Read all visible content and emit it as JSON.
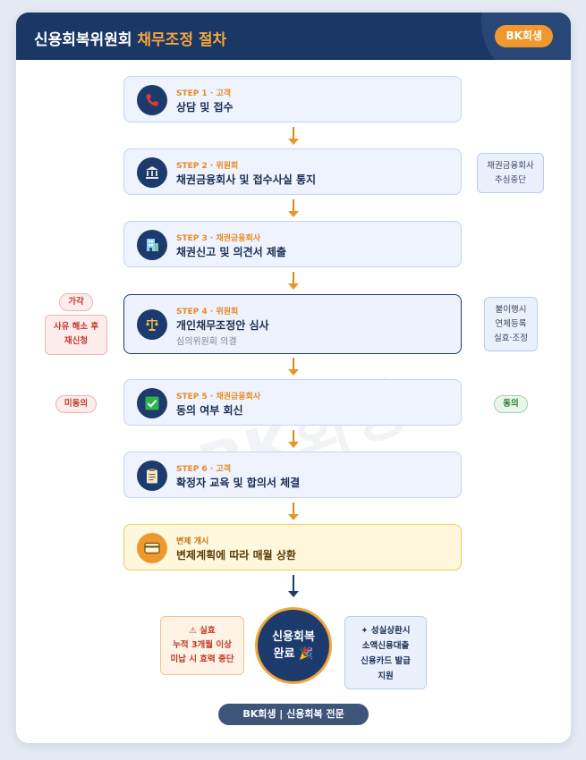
{
  "header": {
    "title_main": "신용회복위원회",
    "title_accent": "채무조정 절차",
    "badge": "BK회생"
  },
  "watermark": "BK회생",
  "steps": [
    {
      "label": "STEP 1 · 고객",
      "title": "상담 및 접수",
      "icon": "phone-icon"
    },
    {
      "label": "STEP 2 · 위원회",
      "title": "채권금융회사 및 접수사실 통지",
      "icon": "bank-icon"
    },
    {
      "label": "STEP 3 · 채권금융회사",
      "title": "채권신고 및 의견서 제출",
      "icon": "office-building-icon"
    },
    {
      "label": "STEP 4 · 위원회",
      "title": "개인채무조정안 심사",
      "subtitle": "심의위원회 의결",
      "icon": "scales-icon"
    },
    {
      "label": "STEP 5 · 채권금융회사",
      "title": "동의 여부 회신",
      "icon": "check-mark-icon"
    },
    {
      "label": "STEP 6 · 고객",
      "title": "확정자 교육 및 합의서 체결",
      "icon": "clipboard-icon"
    }
  ],
  "final_step": {
    "label": "변제 개시",
    "title": "변제계획에 따라 매월 상환",
    "icon": "credit-card-icon"
  },
  "side_notes": {
    "step2_right": [
      "채권금융회사",
      "추심중단"
    ],
    "step4_right": [
      "불이행시",
      "연체등록",
      "실효·조정"
    ],
    "step4_left_pill": "가각",
    "step4_left_box": [
      "사유 해소 후",
      "재신청"
    ],
    "step5_left": "미동의",
    "step5_right": "동의"
  },
  "bottom": {
    "warning": [
      "⚠ 실효",
      "누적 3개월 이상",
      "미납 시 효력 중단"
    ],
    "completion": [
      "신용회복",
      "완료 🎉"
    ],
    "benefits": [
      "✦ 성실상환시",
      "소액신용대출",
      "신용카드 발급",
      "지원"
    ]
  },
  "footer": "BK회생 | 신용회복 전문",
  "colors": {
    "navy": "#1d3a6c",
    "orange": "#f0982d",
    "step_bg": "#eef3fd",
    "final_bg": "#fff8dc"
  }
}
